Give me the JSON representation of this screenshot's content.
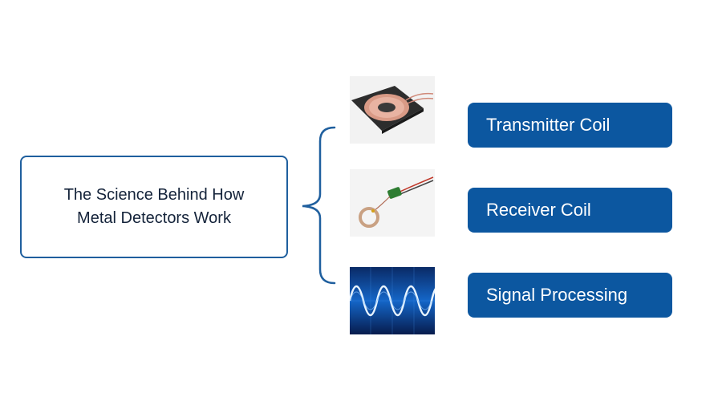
{
  "diagram": {
    "central_topic": "The Science Behind How Metal Detectors Work",
    "accent_color": "#0c57a0",
    "border_color": "#1f5f9e",
    "components": [
      {
        "label": "Transmitter Coil",
        "image": "transmitter-coil-photo"
      },
      {
        "label": "Receiver Coil",
        "image": "receiver-coil-photo"
      },
      {
        "label": "Signal Processing",
        "image": "sine-wave-signal-image"
      }
    ]
  }
}
